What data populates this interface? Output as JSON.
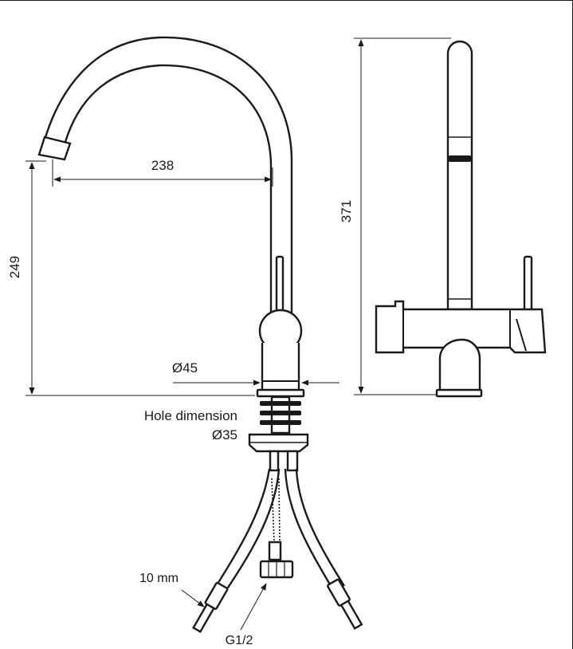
{
  "dimensions": {
    "spout_reach": "238",
    "spout_height": "249",
    "total_height": "371",
    "body_diameter": "Ø45"
  },
  "hole": {
    "label": "Hole dimension",
    "diameter": "Ø35"
  },
  "hose": {
    "diameter": "10 mm",
    "thread": "G1/2"
  },
  "colors": {
    "line": "#1a1a1a",
    "background": "#ffffff"
  }
}
